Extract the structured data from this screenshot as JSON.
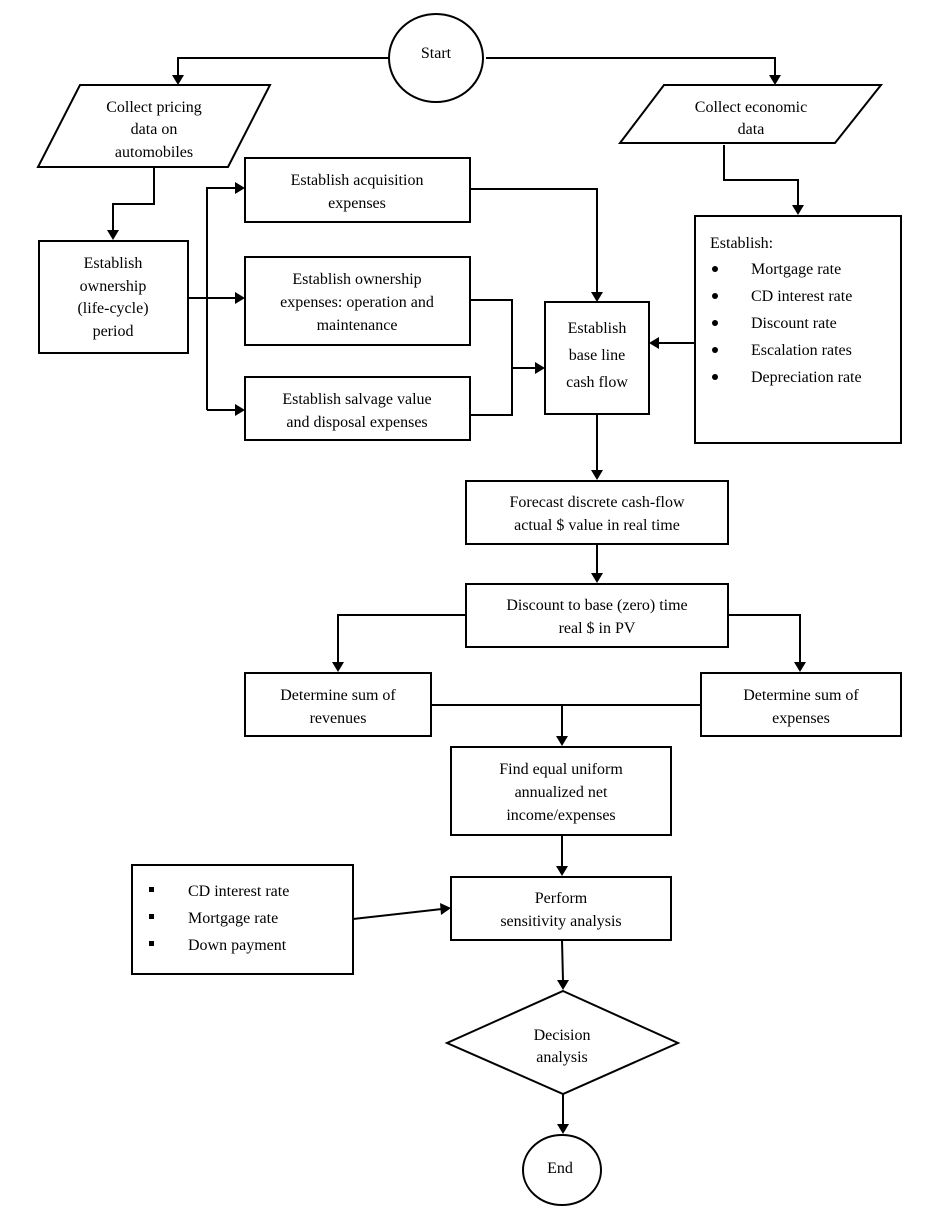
{
  "flowchart": {
    "start": "Start",
    "collect_pricing": [
      "Collect pricing",
      "data on",
      "automobiles"
    ],
    "collect_economic": [
      "Collect economic",
      "data"
    ],
    "establish_ownership_period": [
      "Establish",
      "ownership",
      "(life-cycle)",
      "period"
    ],
    "establish_acquisition": [
      "Establish acquisition",
      "expenses"
    ],
    "establish_ownership_expenses": [
      "Establish ownership",
      "expenses: operation and",
      "maintenance"
    ],
    "establish_salvage": [
      "Establish salvage value",
      "and disposal expenses"
    ],
    "establish_base_line": [
      "Establish",
      "base line",
      "cash flow"
    ],
    "establish_rates": {
      "heading": "Establish:",
      "items": [
        "Mortgage rate",
        "CD interest rate",
        "Discount rate",
        "Escalation rates",
        "Depreciation rate"
      ]
    },
    "forecast": [
      "Forecast discrete cash-flow",
      "actual $ value in real time"
    ],
    "discount": [
      "Discount to base (zero) time",
      "real $ in PV"
    ],
    "sum_revenues": [
      "Determine sum of",
      "revenues"
    ],
    "sum_expenses": [
      "Determine sum of",
      "expenses"
    ],
    "equal_uniform": [
      "Find equal uniform",
      "annualized net",
      "income/expenses"
    ],
    "sensitivity_inputs": [
      "CD interest rate",
      "Mortgage rate",
      "Down payment"
    ],
    "sensitivity": [
      "Perform",
      "sensitivity analysis"
    ],
    "decision": [
      "Decision",
      "analysis"
    ],
    "end": "End"
  }
}
